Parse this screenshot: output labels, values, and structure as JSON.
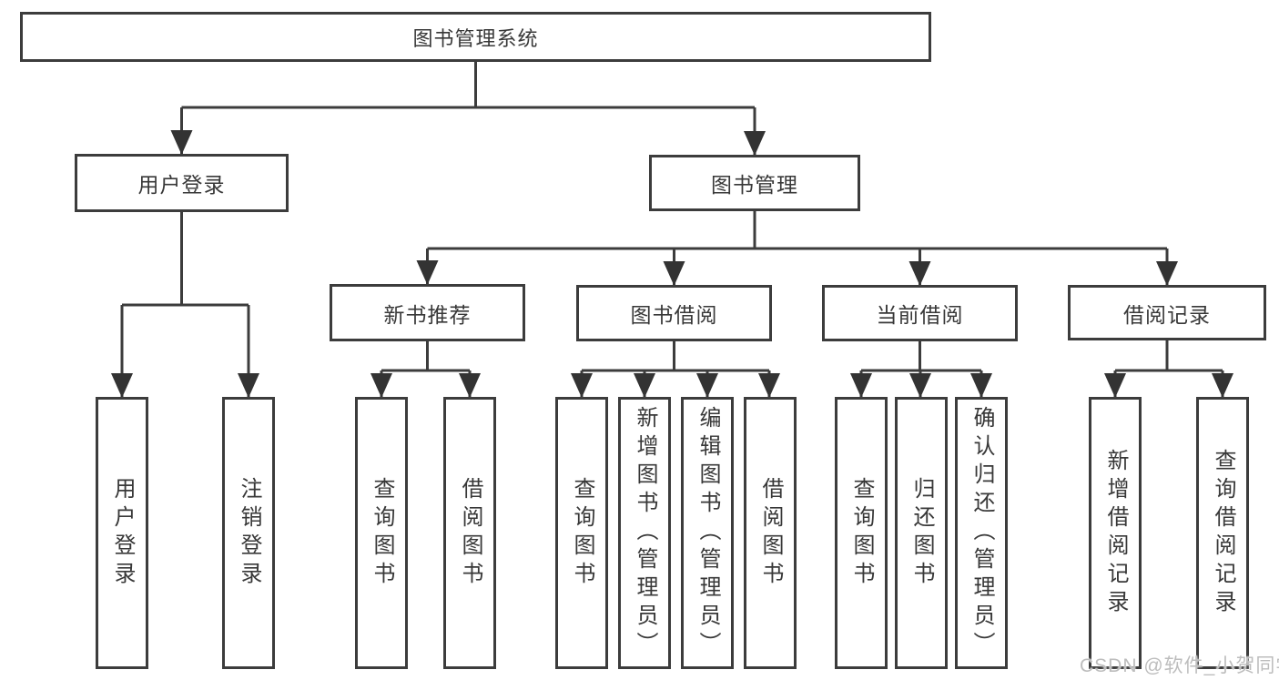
{
  "tree": {
    "root": {
      "label": "图书管理系统"
    },
    "branches": [
      {
        "label": "用户登录",
        "children": [
          {
            "label": "用户登录"
          },
          {
            "label": "注销登录"
          }
        ]
      },
      {
        "label": "图书管理",
        "children": [
          {
            "label": "新书推荐",
            "children": [
              {
                "label": "查询图书"
              },
              {
                "label": "借阅图书"
              }
            ]
          },
          {
            "label": "图书借阅",
            "children": [
              {
                "label": "查询图书"
              },
              {
                "label": "新增图书（管理员）"
              },
              {
                "label": "编辑图书（管理员）"
              },
              {
                "label": "借阅图书"
              }
            ]
          },
          {
            "label": "当前借阅",
            "children": [
              {
                "label": "查询图书"
              },
              {
                "label": "归还图书"
              },
              {
                "label": "确认归还（管理员）"
              }
            ]
          },
          {
            "label": "借阅记录",
            "children": [
              {
                "label": "新增借阅记录"
              },
              {
                "label": "查询借阅记录"
              }
            ]
          }
        ]
      }
    ]
  },
  "watermark": {
    "text": "CSDN @软件_小贺同学"
  },
  "colors": {
    "line": "#3c3c3c",
    "arrow": "#333333",
    "box_border": "#3c3c3c",
    "text": "#383838",
    "background": "#ffffff",
    "watermark": "#bdbdbd"
  }
}
